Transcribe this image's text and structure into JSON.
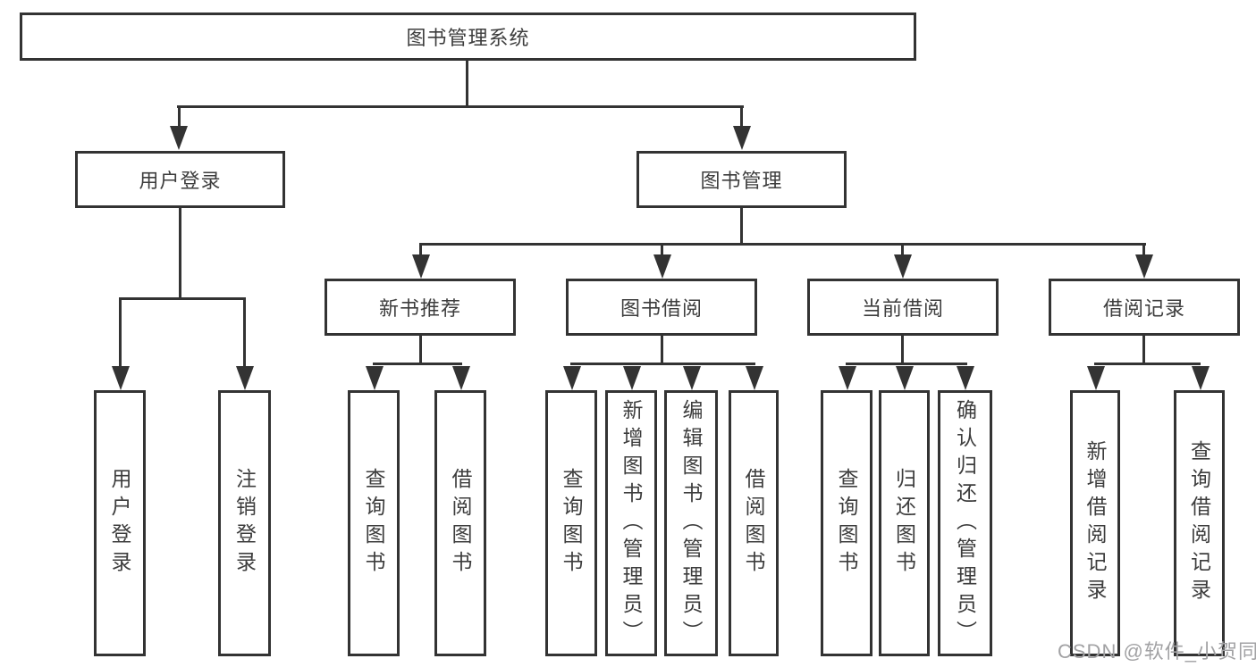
{
  "colors": {
    "line": "#333333",
    "text": "#3d3d3d",
    "watermark": "#a2a2a4",
    "background": "#ffffff"
  },
  "diagram": {
    "root": {
      "label": "图书管理系统"
    },
    "level2": [
      {
        "label": "用户登录"
      },
      {
        "label": "图书管理"
      }
    ],
    "level3": [
      {
        "label": "新书推荐"
      },
      {
        "label": "图书借阅"
      },
      {
        "label": "当前借阅"
      },
      {
        "label": "借阅记录"
      }
    ],
    "leaves": {
      "user": [
        "用户登录",
        "注销登录"
      ],
      "newbook": [
        "查询图书",
        "借阅图书"
      ],
      "borrow": [
        "查询图书",
        "新增图书（管理员）",
        "编辑图书（管理员）",
        "借阅图书"
      ],
      "current": [
        "查询图书",
        "归还图书",
        "确认归还（管理员）"
      ],
      "records": [
        "新增借阅记录",
        "查询借阅记录"
      ]
    }
  },
  "watermark": {
    "label": "CSDN @软件_小贺同学"
  }
}
